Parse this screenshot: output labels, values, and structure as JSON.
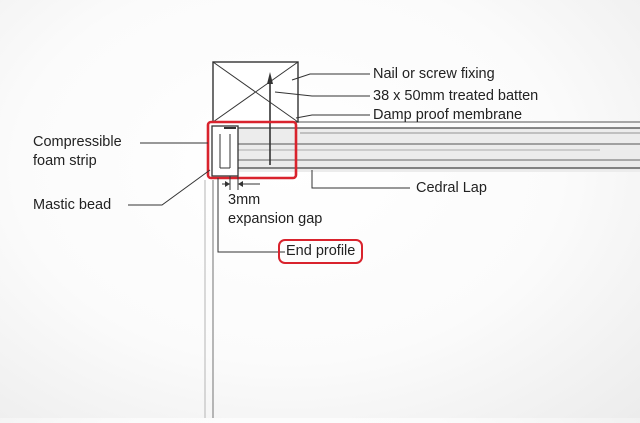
{
  "labels": {
    "nail_fixing": "Nail or screw fixing",
    "batten": "38 x 50mm treated batten",
    "membrane": "Damp proof membrane",
    "compressible_line1": "Compressible",
    "compressible_line2": "foam strip",
    "mastic_bead": "Mastic bead",
    "cedral_lap": "Cedral Lap",
    "gap_line1": "3mm",
    "gap_line2": "expansion gap",
    "end_profile": "End profile"
  },
  "colors": {
    "line": "#333333",
    "highlight": "#d9232d",
    "panel_fill": "#e9e9e9",
    "wall_edge": "#8a8a8a"
  }
}
